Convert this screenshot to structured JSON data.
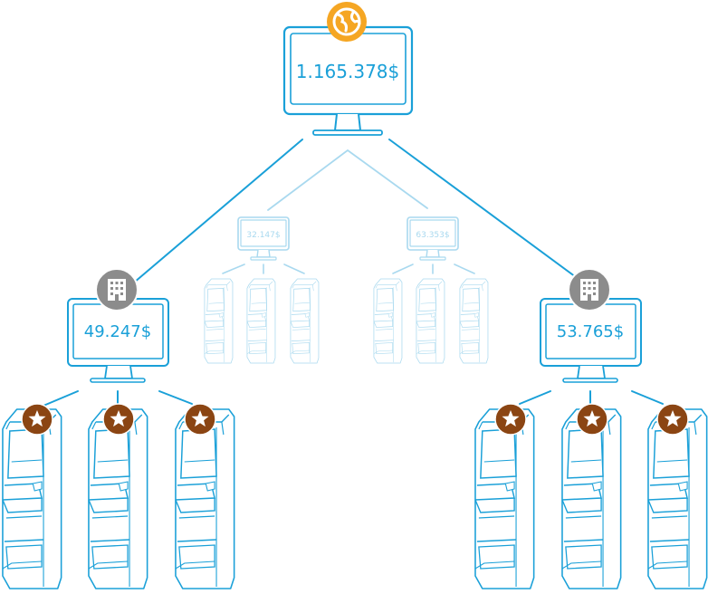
{
  "colors": {
    "line": "#1aa0d8",
    "line_faded": "#a9d9ef",
    "globe_badge": "#f5a623",
    "building_badge": "#8c8c8c",
    "star_badge": "#8b4513"
  },
  "network": {
    "central": {
      "amount": "1.165.378$",
      "badge_icon": "globe-icon"
    },
    "left_site": {
      "amount": "49.247$",
      "badge_icon": "building-icon",
      "machine_badge_icon": "star-icon"
    },
    "right_site": {
      "amount": "53.765$",
      "badge_icon": "building-icon",
      "machine_badge_icon": "star-icon"
    },
    "faded_site_1": {
      "amount": "32.147$"
    },
    "faded_site_2": {
      "amount": "63.353$"
    }
  }
}
